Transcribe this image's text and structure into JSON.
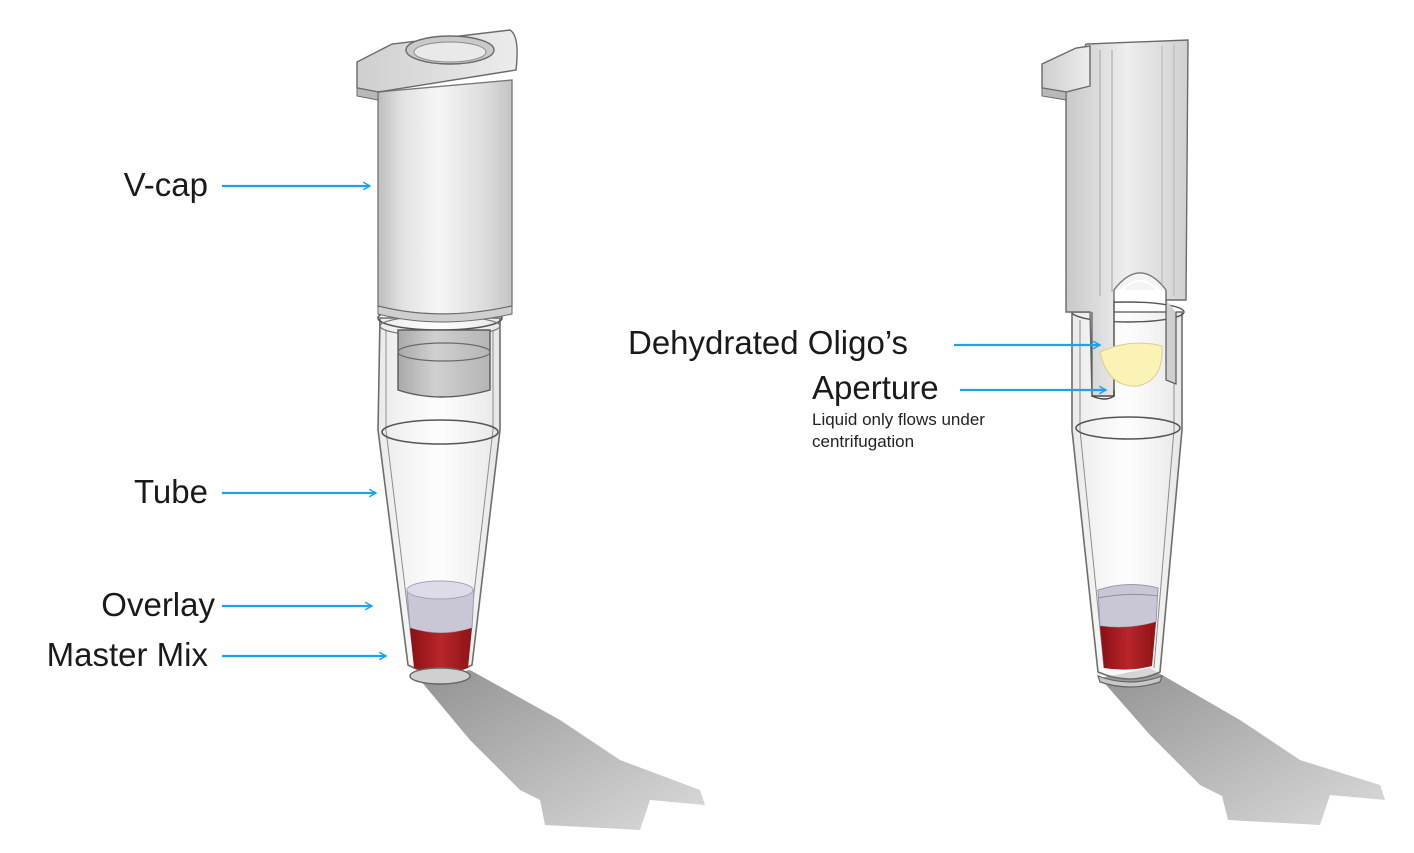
{
  "colors": {
    "arrow": "#1aa3e8",
    "master_mix": "#a3181c",
    "overlay": "#c9c7d6",
    "dehydrated_oligos": "#fbf2b5",
    "plastic": "#d9d9d9"
  },
  "left_view": {
    "labels": {
      "vcap": "V-cap",
      "tube": "Tube",
      "overlay": "Overlay",
      "master_mix": "Master Mix"
    }
  },
  "right_view": {
    "labels": {
      "dehydrated_oligos": "Dehydrated Oligo’s",
      "aperture": "Aperture",
      "aperture_note_line1": "Liquid only flows under",
      "aperture_note_line2": "centrifugation"
    }
  }
}
